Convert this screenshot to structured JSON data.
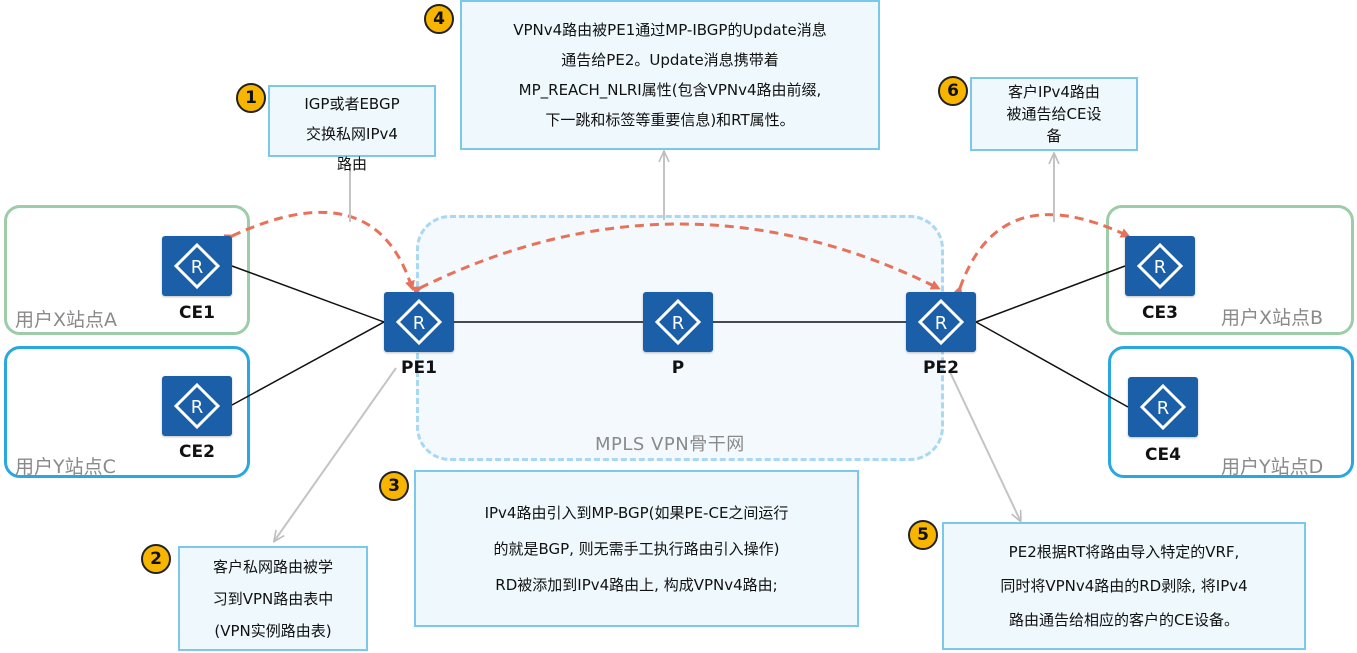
{
  "sites": {
    "site_x_a": "用户X站点A",
    "site_y_c": "用户Y站点C",
    "site_x_b": "用户X站点B",
    "site_y_d": "用户Y站点D"
  },
  "backbone_label": "MPLS VPN骨干网",
  "devices": {
    "ce1": "CE1",
    "ce2": "CE2",
    "ce3": "CE3",
    "ce4": "CE4",
    "pe1": "PE1",
    "p": "P",
    "pe2": "PE2"
  },
  "steps": [
    {
      "num": "1",
      "lines": [
        "IGP或者EBGP",
        "交换私网IPv4",
        "路由"
      ]
    },
    {
      "num": "2",
      "lines": [
        "客户私网路由被学",
        "习到VPN路由表中",
        "(VPN实例路由表)"
      ]
    },
    {
      "num": "3",
      "lines": [
        "IPv4路由引入到MP-BGP(如果PE-CE之间运行",
        "的就是BGP, 则无需手工执行路由引入操作)",
        "RD被添加到IPv4路由上, 构成VPNv4路由;"
      ]
    },
    {
      "num": "4",
      "lines": [
        "VPNv4路由被PE1通过MP-IBGP的Update消息",
        "通告给PE2。Update消息携带着",
        "MP_REACH_NLRI属性(包含VPNv4路由前缀,",
        "下一跳和标签等重要信息)和RT属性。"
      ]
    },
    {
      "num": "5",
      "lines": [
        "PE2根据RT将路由导入特定的VRF,",
        "同时将VPNv4路由的RD剥除, 将IPv4",
        "路由通告给相应的客户的CE设备。"
      ]
    },
    {
      "num": "6",
      "lines": [
        "客户IPv4路由",
        "被通告给CE设",
        "备"
      ]
    }
  ],
  "colors": {
    "router": "#1b5fa8",
    "site_green": "#9ccda8",
    "site_blue": "#29a8e0",
    "backbone_border": "#a9d8f2",
    "arrow_red": "#e8715a",
    "badge": "#f7b500"
  },
  "icons": [
    "router-icon",
    "badge-icon"
  ]
}
